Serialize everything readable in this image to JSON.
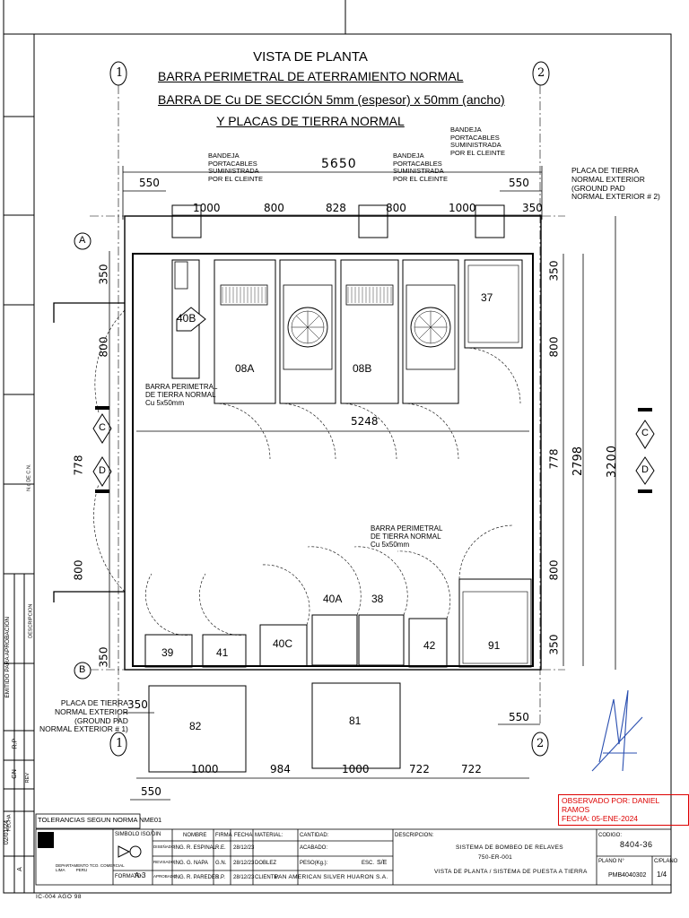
{
  "title": {
    "line1": "VISTA DE PLANTA",
    "line2": "BARRA PERIMETRAL DE ATERRAMIENTO NORMAL",
    "line3": "BARRA DE Cu DE SECCIÓN 5mm (espesor) x 50mm (ancho)",
    "line4": "Y PLACAS DE TIERRA NORMAL"
  },
  "grid_markers": {
    "one": "1",
    "two": "2",
    "a": "A",
    "b": "B",
    "c": "C",
    "d": "D"
  },
  "notes": {
    "bandeja_left": "BANDEJA\nPORTACABLES\nSUMINISTRADA\nPOR EL CLEINTE",
    "bandeja_mid": "BANDEJA\nPORTACABLES\nSUMINISTRADA\nPOR EL CLEINTE",
    "bandeja_right": "BANDEJA\nPORTACABLES\nSUMINISTRADA\nPOR EL CLEINTE",
    "placa_2": "PLACA DE TIERRA\nNORMAL EXTERIOR\n(GROUND PAD\nNORMAL EXTERIOR # 2)",
    "placa_1": "PLACA DE TIERRA\nNORMAL EXTERIOR\n(GROUND PAD\nNORMAL EXTERIOR # 1)",
    "barra_1": "BARRA PERIMETRAL\nDE TIERRA NORMAL\nCu 5x50mm",
    "barra_2": "BARRA PERIMETRAL\nDE TIERRA NORMAL\nCu 5x50mm"
  },
  "dimensions": {
    "total_top": "5650",
    "top_550_left": "550",
    "top_550_right": "550",
    "top_1000_a": "1000",
    "top_800_a": "800",
    "top_828": "828",
    "top_800_b": "800",
    "top_1000_b": "1000",
    "top_350": "350",
    "inner_5248": "5248",
    "left_350_top": "350",
    "left_800_top": "800",
    "left_778": "778",
    "left_800_bot": "800",
    "left_350_bot": "350",
    "right_350_top": "350",
    "right_800_top": "800",
    "right_778": "778",
    "right_800_bot": "800",
    "right_350_bot": "350",
    "right_2798": "2798",
    "right_3200": "3200",
    "bot_350": "350",
    "bot_550_right": "550",
    "bot_1000_a": "1000",
    "bot_984": "984",
    "bot_1000_b": "1000",
    "bot_722_a": "722",
    "bot_722_b": "722",
    "bot_550_left": "550"
  },
  "equipment": {
    "e40b": "40B",
    "e08a": "08A",
    "e08b": "08B",
    "e37": "37",
    "e39": "39",
    "e41": "41",
    "e40c": "40C",
    "e40a": "40A",
    "e38": "38",
    "e42": "42",
    "e91": "91",
    "e82": "82",
    "e81": "81"
  },
  "revision_strip": {
    "date": "02/01/24",
    "code": "GN",
    "by": "R.P",
    "desc": "EMITIDO PARA APROBACION",
    "rev": "A",
    "h_fecha": "FECHA",
    "h_rev": "REV",
    "h_descripcion": "DESCRIPCION",
    "h_num": "N.o DE C.N."
  },
  "stamp": {
    "line1": "OBSERVADO POR: DANIEL RAMOS",
    "line2": "FECHA: 05-ENE-2024"
  },
  "title_block": {
    "tolerancias": "TOLERANCIAS SEGUN NORMA NME01",
    "company_sub": "DEPARTAMENTO TCO. COMERCIAL\nLIMA          PERU",
    "simbolo": "SIMBOLO ISO/DIN",
    "formato_label": "FORMATO:",
    "formato": "A-3",
    "h_nombre": "NOMBRE",
    "h_firma": "FIRMA",
    "h_fecha": "FECHA",
    "diseñado": "DISEÑADO",
    "revisado": "REVISADO",
    "aprobado": "APROBADO",
    "n1": "ING. R. ESPINAL",
    "f1": "R.E.",
    "d1": "28/12/23",
    "n2": "ING. G. NAPA",
    "f2": "G.N.",
    "d2": "28/12/23",
    "n3": "ING. R. PAREDES",
    "f3": "R.P.",
    "d3": "28/12/23",
    "material": "MATERIAL:",
    "cantidad": "CANTIDAD:",
    "acabado": "ACABADO:",
    "dobles": "DOBLEZ",
    "peso": "PESO(Kg.):",
    "esc": "ESC.",
    "esc_val": "S/E",
    "cliente_label": "CLIENTE:",
    "cliente": "PAN AMERICAN SILVER HUARON S.A.",
    "descripcion_label": "DESCRIPCION:",
    "desc1": "SISTEMA DE BOMBEO DE RELAVES",
    "desc2": "750-ER-001",
    "desc3": "VISTA DE PLANTA / SISTEMA DE PUESTA A TIERRA",
    "codigo_label": "CODIGO:",
    "codigo": "8404-36",
    "plano_label": "PLANO N°",
    "plano": "PMB4040302",
    "cplano_label": "C/PLANO",
    "cplano": "1/4"
  },
  "footer": "IC-004  AGO 98"
}
